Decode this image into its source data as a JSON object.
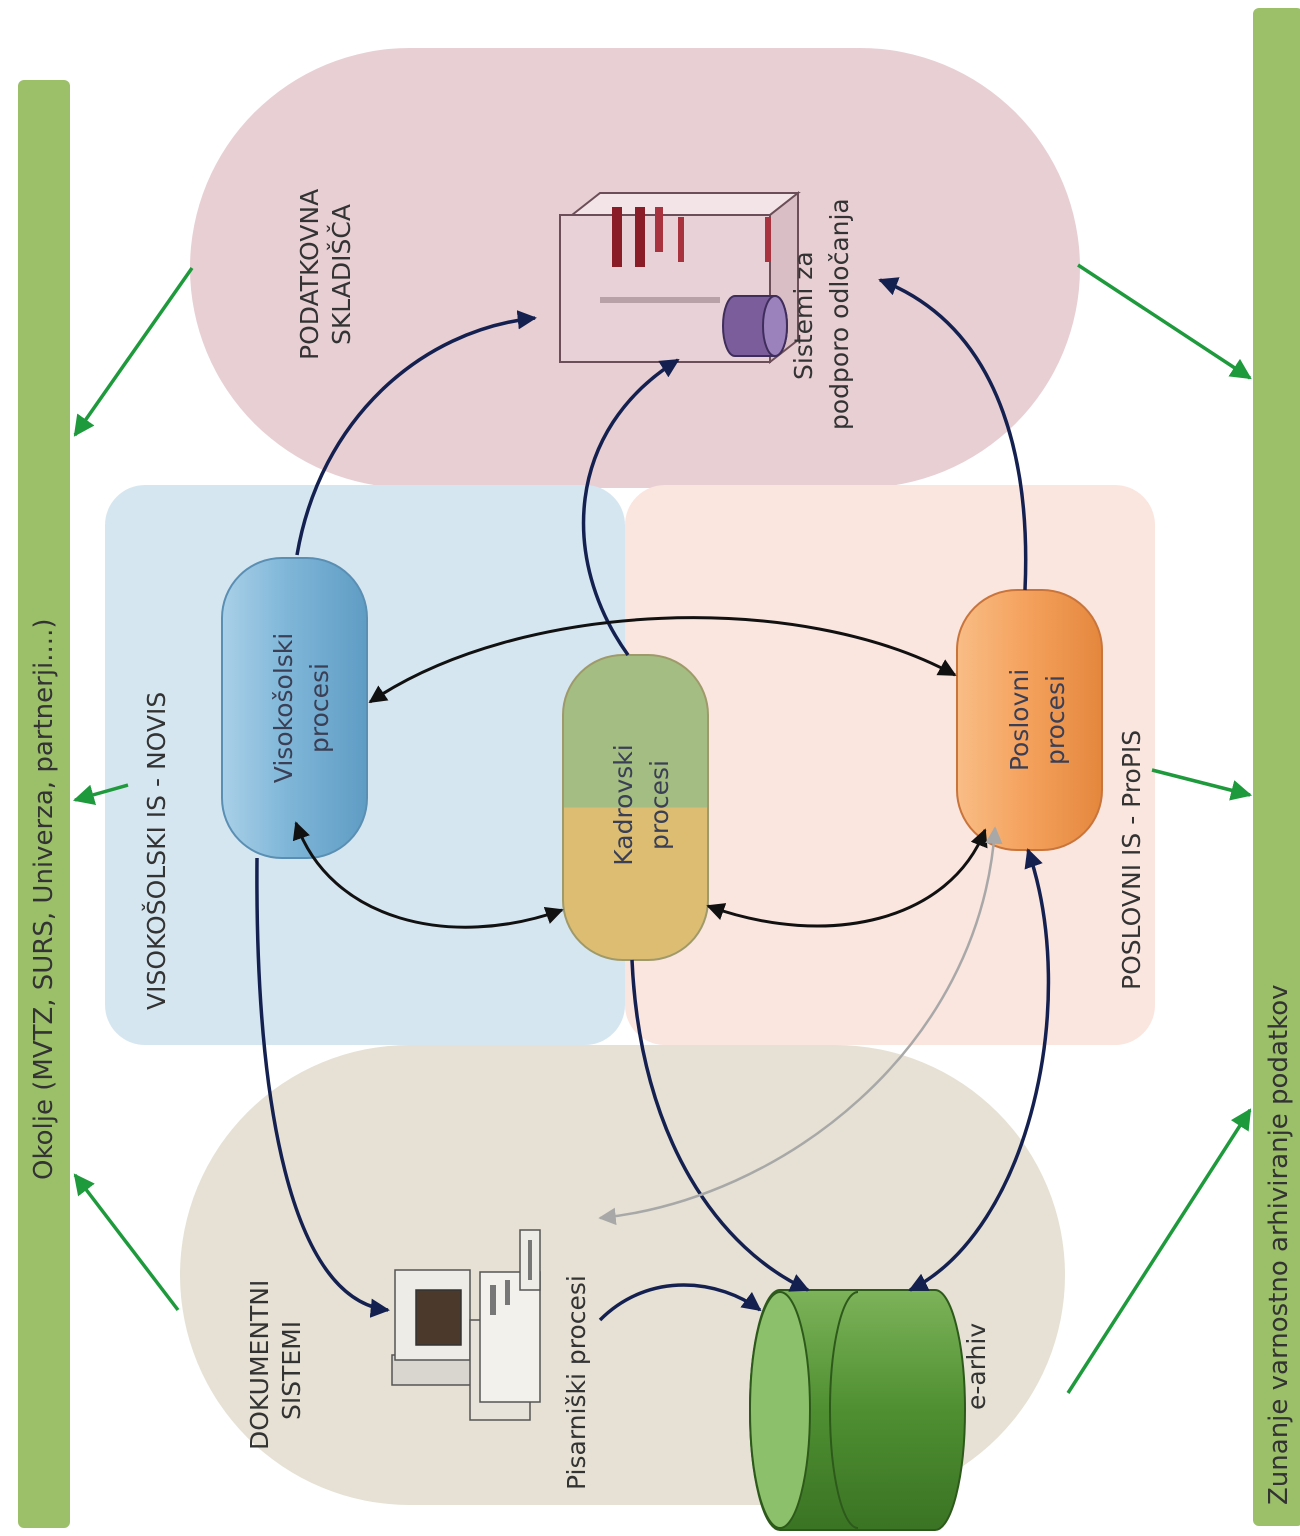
{
  "left_bar": {
    "label": "Okolje (MVTZ, SURS, Univerza, partnerji....)"
  },
  "right_bar": {
    "label": "Zunanje varnostno arhiviranje podatkov"
  },
  "regions": {
    "data_warehouse": {
      "line1": "PODATKOVNA",
      "line2": "SKLADIŠČA"
    },
    "higher_ed_is": {
      "label": "VISOKOŠOLSKI IS - NOVIS"
    },
    "business_is": {
      "label": "POSLOVNI IS - ProPIS"
    },
    "document_systems": {
      "line1": "DOKUMENTNI",
      "line2": "SISTEMI"
    }
  },
  "nodes": {
    "decision_support": {
      "line1": "Sistemi za",
      "line2": "podporo odločanja"
    },
    "higher_ed_processes": {
      "line1": "Visokošolski",
      "line2": "procesi"
    },
    "hr_processes": {
      "line1": "Kadrovski",
      "line2": "procesi"
    },
    "business_processes": {
      "line1": "Poslovni",
      "line2": "procesi"
    },
    "registry_processes": {
      "label": "Pisarniški procesi"
    },
    "e_archive": {
      "label": "e-arhiv"
    }
  },
  "colors": {
    "bar_green": "#9cc06a",
    "arrow_green": "#1e9a3c",
    "arrow_navy": "#14204f",
    "arrow_black": "#111111",
    "arrow_gray": "#a8a8a8",
    "warehouse_fill": "#e8cfd3",
    "higher_ed_fill": "#d6e6f0",
    "business_fill": "#fae5df",
    "document_fill": "#e6e1d4",
    "higher_ed_pill": "#7fb6d8",
    "business_pill": "#f5a35f",
    "hr_pill_left": "#9bb67a",
    "hr_pill_right": "#d8b96e",
    "archive_green": "#5c9a3e"
  }
}
